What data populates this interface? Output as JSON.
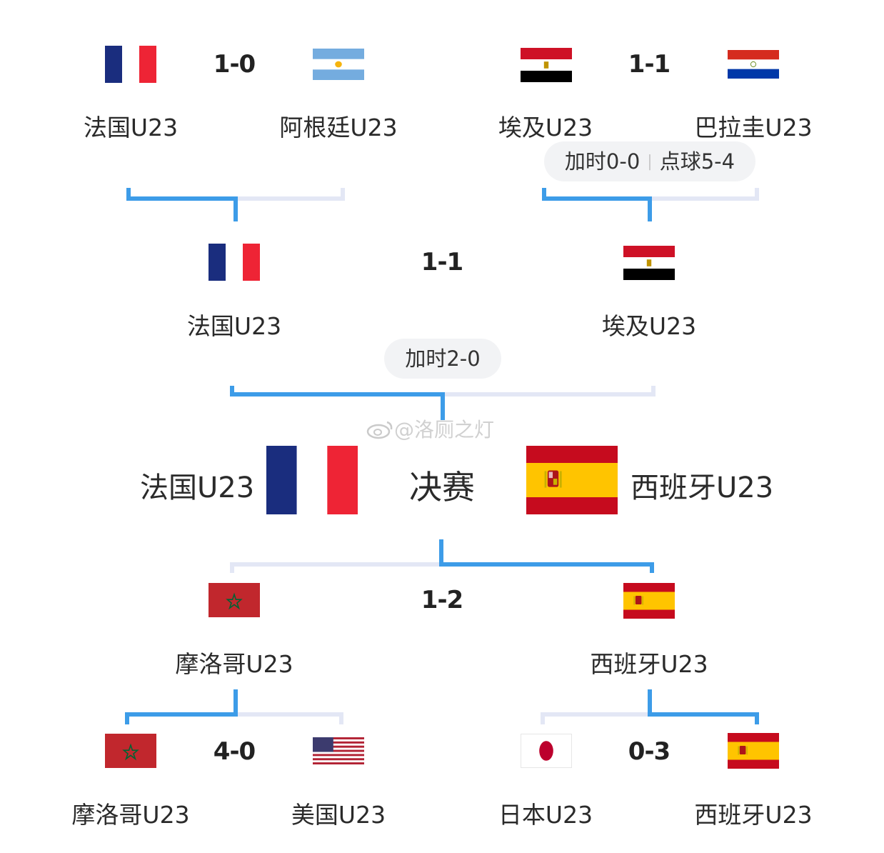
{
  "colors": {
    "bracket_active": "#3d9ce8",
    "bracket_inactive": "#e3e7f5",
    "pill_background": "#f2f3f5",
    "france_blue": "#1a2d7e",
    "france_red": "#ee2435",
    "spain_red": "#c60b1e",
    "spain_yellow": "#ffc400",
    "egypt_red": "#ce1126",
    "morocco_red": "#c1272d",
    "morocco_star": "#006233"
  },
  "semifinal_1": {
    "round_of_8_a": {
      "home": {
        "name": "法国U23",
        "flag": "france-flag"
      },
      "score": "1-0",
      "away": {
        "name": "阿根廷U23",
        "flag": "argentina-flag"
      }
    },
    "round_of_8_b": {
      "home": {
        "name": "埃及U23",
        "flag": "egypt-flag"
      },
      "score": "1-1",
      "away": {
        "name": "巴拉圭U23",
        "flag": "paraguay-flag"
      },
      "note_extra": "加时0-0",
      "note_pen": "点球5-4"
    },
    "match": {
      "home": {
        "name": "法国U23",
        "flag": "france-flag"
      },
      "score": "1-1",
      "away": {
        "name": "埃及U23",
        "flag": "egypt-flag"
      },
      "note": "加时2-0"
    }
  },
  "final": {
    "label": "决赛",
    "home": {
      "name": "法国U23",
      "flag": "france-flag"
    },
    "away": {
      "name": "西班牙U23",
      "flag": "spain-flag"
    }
  },
  "watermark": "@洛厕之灯",
  "semifinal_2": {
    "match": {
      "home": {
        "name": "摩洛哥U23",
        "flag": "morocco-flag"
      },
      "score": "1-2",
      "away": {
        "name": "西班牙U23",
        "flag": "spain-flag"
      }
    },
    "round_of_8_c": {
      "home": {
        "name": "摩洛哥U23",
        "flag": "morocco-flag"
      },
      "score": "4-0",
      "away": {
        "name": "美国U23",
        "flag": "usa-flag"
      }
    },
    "round_of_8_d": {
      "home": {
        "name": "日本U23",
        "flag": "japan-flag"
      },
      "score": "0-3",
      "away": {
        "name": "西班牙U23",
        "flag": "spain-flag"
      }
    }
  }
}
